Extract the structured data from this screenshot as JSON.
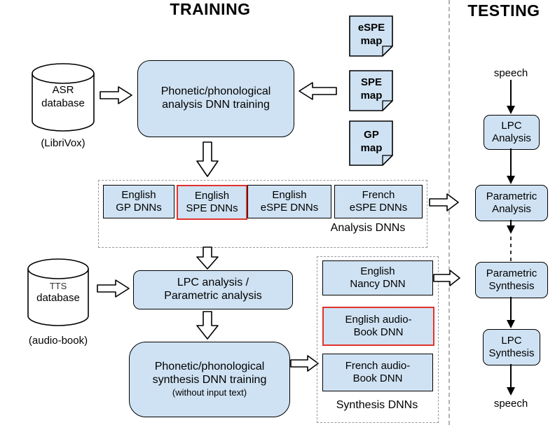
{
  "titles": {
    "training": "TRAINING",
    "testing": "TESTING"
  },
  "colors": {
    "box_fill": "#cfe2f3",
    "highlight_border": "#e0332c"
  },
  "training": {
    "asr_db": {
      "line1": "ASR",
      "line2": "database",
      "caption": "(LibriVox)"
    },
    "analysis_training_box": {
      "line1": "Phonetic/phonological",
      "line2": "analysis DNN training"
    },
    "maps": [
      {
        "line1": "eSPE",
        "line2": "map"
      },
      {
        "line1": "SPE",
        "line2": "map"
      },
      {
        "line1": "GP",
        "line2": "map"
      }
    ],
    "analysis_dnns": {
      "label": "Analysis DNNs",
      "boxes": [
        {
          "line1": "English",
          "line2": "GP DNNs"
        },
        {
          "line1": "English",
          "line2": "SPE DNNs"
        },
        {
          "line1": "English",
          "line2": "eSPE DNNs"
        },
        {
          "line1": "French",
          "line2": "eSPE DNNs"
        }
      ]
    },
    "tts_db": {
      "line1": "TTS",
      "line2": "database",
      "caption": "(audio-book)"
    },
    "parametric_box": {
      "line1": "LPC analysis /",
      "line2": "Parametric analysis"
    },
    "synthesis_training_box": {
      "line1": "Phonetic/phonological",
      "line2": "synthesis DNN training",
      "note": "(without input text)"
    },
    "synthesis_dnns": {
      "label": "Synthesis DNNs",
      "boxes": [
        {
          "line1": "English",
          "line2": "Nancy DNN"
        },
        {
          "line1": "English audio-",
          "line2": "Book DNN"
        },
        {
          "line1": "French audio-",
          "line2": "Book DNN"
        }
      ]
    }
  },
  "testing": {
    "input_label": "speech",
    "steps": [
      {
        "line1": "LPC",
        "line2": "Analysis"
      },
      {
        "line1": "Parametric",
        "line2": "Analysis"
      },
      {
        "line1": "Parametric",
        "line2": "Synthesis"
      },
      {
        "line1": "LPC",
        "line2": "Synthesis"
      }
    ],
    "output_label": "speech"
  }
}
